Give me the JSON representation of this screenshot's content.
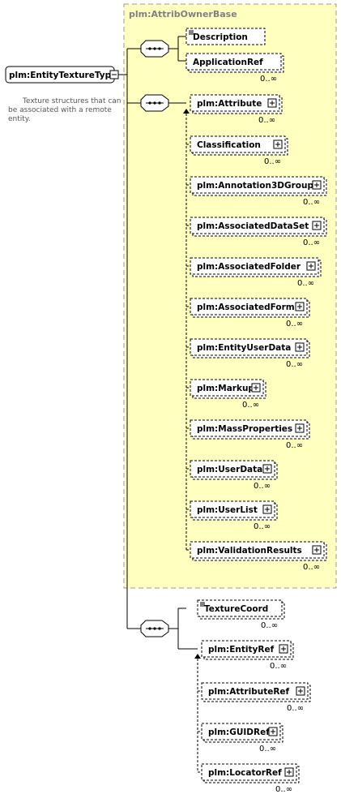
{
  "diagram": {
    "group_title": "plm:AttribOwnerBase",
    "root": {
      "label": "plm:EntityTextureType",
      "doc": [
        "Texture structures that can",
        "be associated with a remote",
        "entity."
      ]
    },
    "seq1": [
      {
        "label": "Description",
        "occ": "",
        "doc": true,
        "expand": false,
        "multi": false
      },
      {
        "label": "ApplicationRef",
        "occ": "0..∞",
        "doc": false,
        "expand": false,
        "multi": true
      }
    ],
    "choice": {
      "label": "plm:Attribute",
      "occ": "0..∞"
    },
    "choice_items": [
      {
        "label": "Classification",
        "occ": "0..∞"
      },
      {
        "label": "plm:Annotation3DGroup",
        "occ": "0..∞"
      },
      {
        "label": "plm:AssociatedDataSet",
        "occ": "0..∞"
      },
      {
        "label": "plm:AssociatedFolder",
        "occ": "0..∞"
      },
      {
        "label": "plm:AssociatedForm",
        "occ": "0..∞"
      },
      {
        "label": "plm:EntityUserData",
        "occ": "0..∞"
      },
      {
        "label": "plm:Markup",
        "occ": "0..∞"
      },
      {
        "label": "plm:MassProperties",
        "occ": "0..∞"
      },
      {
        "label": "plm:UserData",
        "occ": "0..∞"
      },
      {
        "label": "plm:UserList",
        "occ": "0..∞"
      },
      {
        "label": "plm:ValidationResults",
        "occ": "0..∞"
      }
    ],
    "seq3": [
      {
        "label": "TextureCoord",
        "occ": "0..∞",
        "doc": true,
        "expand": false,
        "multi": true
      }
    ],
    "choice2": {
      "label": "plm:EntityRef",
      "occ": "0..∞"
    },
    "choice2_items": [
      {
        "label": "plm:AttributeRef",
        "occ": "0..∞"
      },
      {
        "label": "plm:GUIDRef",
        "occ": "0..∞"
      },
      {
        "label": "plm:LocatorRef",
        "occ": "0..∞"
      }
    ]
  }
}
